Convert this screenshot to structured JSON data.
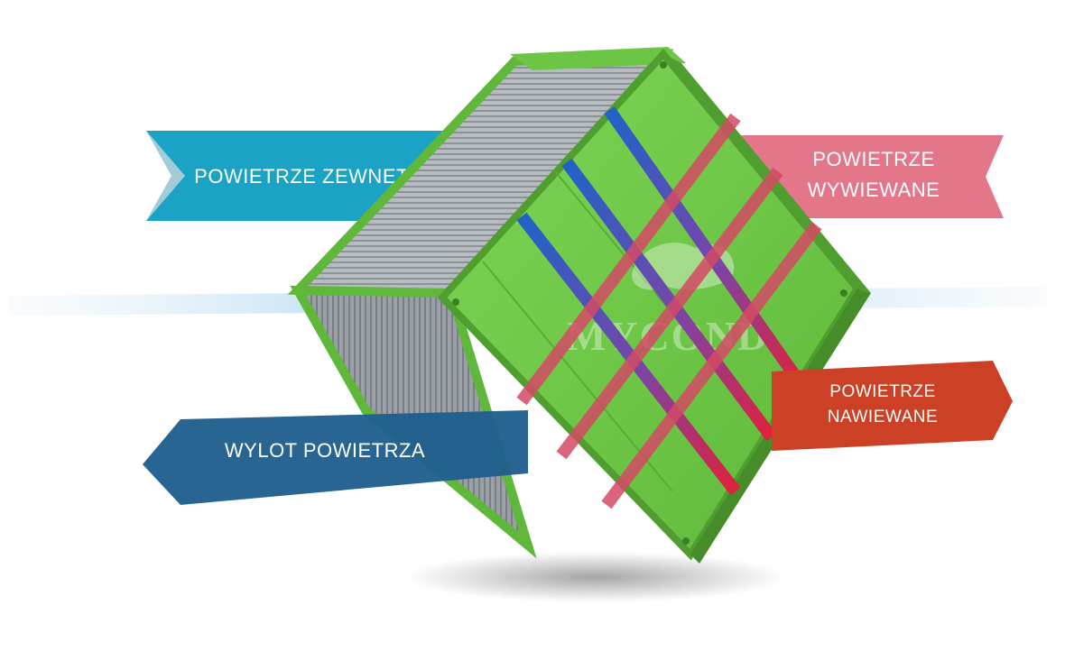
{
  "labels": {
    "outdoor_air": "POWIETRZE ZEWNĘTRZNE",
    "exhaust_air_line1": "POWIETRZE",
    "exhaust_air_line2": "WYWIEWANE",
    "supply_air_line1": "POWIETRZE",
    "supply_air_line2": "NAWIEWANE",
    "air_outlet": "WYLOT POWIETRZA"
  },
  "logo": {
    "text": "MYCOND"
  },
  "colors": {
    "cube_face": "#72cc4a",
    "cube_face_dark": "#4f9e2f",
    "cube_frame": "#5fb83a",
    "outdoor_ribbon": "#1aa3c4",
    "exhaust_ribbon": "#e4768a",
    "supply_ribbon": "#cc4026",
    "outlet_ribbon": "#1f5f8f",
    "cold_stripe": "#1f63c8",
    "warm_stripe": "#e0213a"
  }
}
